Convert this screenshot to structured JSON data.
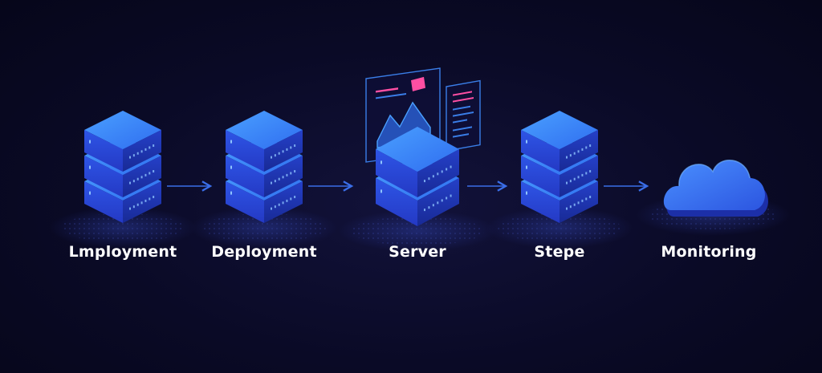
{
  "stages": [
    {
      "label": "Lmployment",
      "icon": "server-stack-icon"
    },
    {
      "label": "Deployment",
      "icon": "server-stack-icon"
    },
    {
      "label": "Server",
      "icon": "server-with-dashboard-icon"
    },
    {
      "label": "Stepe",
      "icon": "server-stack-icon"
    },
    {
      "label": "Monitoring",
      "icon": "cloud-icon"
    }
  ],
  "colors": {
    "background": "#0a0a26",
    "server_top": "#3b8cff",
    "server_front": "#2a45d8",
    "server_side": "#1c2fa8",
    "arrow": "#3a6ee8",
    "chart_accent": "#ff4fa3",
    "cloud": "#3b7bff",
    "label": "#ffffff"
  }
}
